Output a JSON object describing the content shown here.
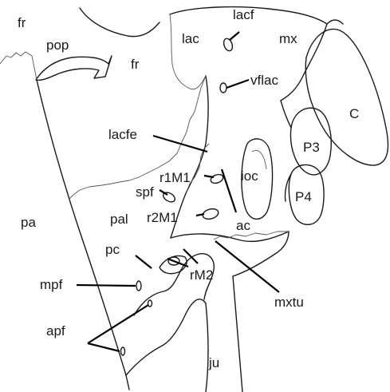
{
  "figure": {
    "labels": {
      "fr_top": "fr",
      "pop": "pop",
      "fr_mid": "fr",
      "lac": "lac",
      "lacf": "lacf",
      "mx": "mx",
      "vflac": "vflac",
      "C": "C",
      "lacfe": "lacfe",
      "P3": "P3",
      "r1M1": "r1M1",
      "ioc": "ioc",
      "spf": "spf",
      "P4": "P4",
      "pa": "pa",
      "pal": "pal",
      "r2M1": "r2M1",
      "ac": "ac",
      "pc": "pc",
      "rM2": "rM2",
      "mpf": "mpf",
      "mxtu": "mxtu",
      "apf": "apf",
      "ju": "ju"
    }
  }
}
